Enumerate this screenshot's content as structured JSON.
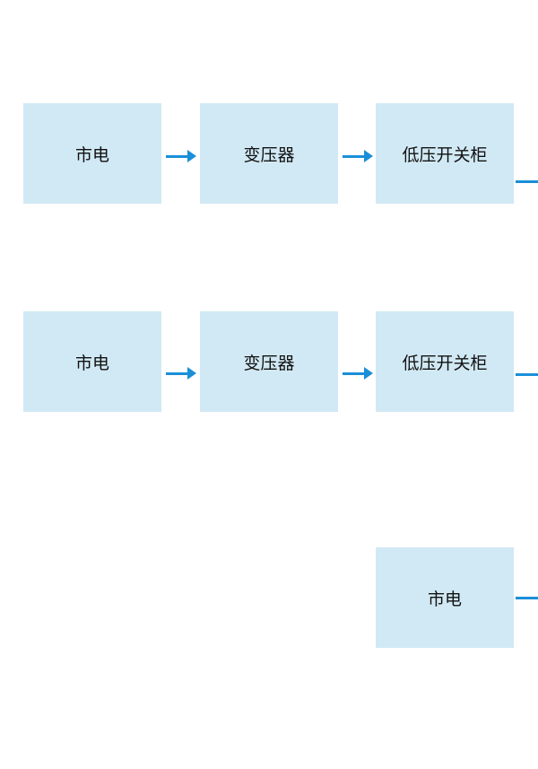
{
  "diagram": {
    "row1": {
      "nodes": [
        "市电",
        "变压器",
        "低压开关柜"
      ]
    },
    "row2": {
      "nodes": [
        "市电",
        "变压器",
        "低压开关柜"
      ]
    },
    "row3": {
      "nodes": [
        "市电"
      ]
    },
    "colors": {
      "node_fill": "#d1e9f4",
      "arrow": "#1a8fd8",
      "text": "#111111"
    }
  }
}
